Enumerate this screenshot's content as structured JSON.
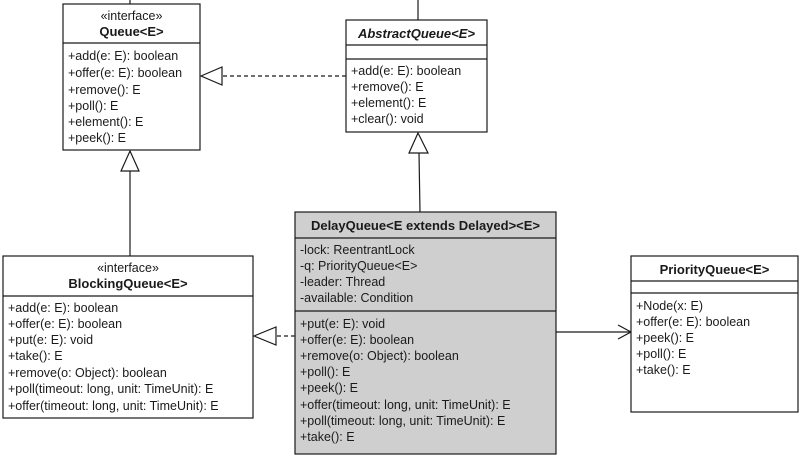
{
  "classes": {
    "queue": {
      "stereotype": "«interface»",
      "name": "Queue<E>",
      "fields": [],
      "methods": [
        "+add(e: E): boolean",
        "+offer(e: E): boolean",
        "+remove(): E",
        "+poll(): E",
        "+element(): E",
        "+peek(): E"
      ]
    },
    "abstract_queue": {
      "name": "AbstractQueue<E>",
      "fields": [],
      "methods": [
        "+add(e: E): boolean",
        "+remove(): E",
        "+element(): E",
        "+clear(): void"
      ]
    },
    "blocking_queue": {
      "stereotype": "«interface»",
      "name": "BlockingQueue<E>",
      "fields": [],
      "methods": [
        "+add(e: E): boolean",
        "+offer(e: E): boolean",
        "+put(e: E): void",
        "+take(): E",
        "+remove(o: Object): boolean",
        "+poll(timeout: long, unit: TimeUnit): E",
        "+offer(timeout: long, unit: TimeUnit): E"
      ]
    },
    "delay_queue": {
      "name": "DelayQueue<E extends Delayed><E>",
      "fields": [
        "-lock: ReentrantLock",
        "-q: PriorityQueue<E>",
        "-leader: Thread",
        "-available: Condition"
      ],
      "methods": [
        "+put(e: E): void",
        "+offer(e: E): boolean",
        "+remove(o: Object): boolean",
        "+poll(): E",
        "+peek(): E",
        "+offer(timeout: long, unit: TimeUnit): E",
        "+poll(timeout: long, unit: TimeUnit): E",
        "+take(): E"
      ]
    },
    "priority_queue": {
      "name": "PriorityQueue<E>",
      "fields": [],
      "methods": [
        "+Node(x: E)",
        "+offer(e: E): boolean",
        "+peek(): E",
        "+poll(): E",
        "+take(): E"
      ]
    }
  },
  "relations": [
    {
      "from": "abstract_queue",
      "to": "queue",
      "kind": "realization"
    },
    {
      "from": "blocking_queue",
      "to": "queue",
      "kind": "generalization"
    },
    {
      "from": "delay_queue",
      "to": "abstract_queue",
      "kind": "generalization"
    },
    {
      "from": "delay_queue",
      "to": "blocking_queue",
      "kind": "realization"
    },
    {
      "from": "delay_queue",
      "to": "priority_queue",
      "kind": "association"
    }
  ]
}
